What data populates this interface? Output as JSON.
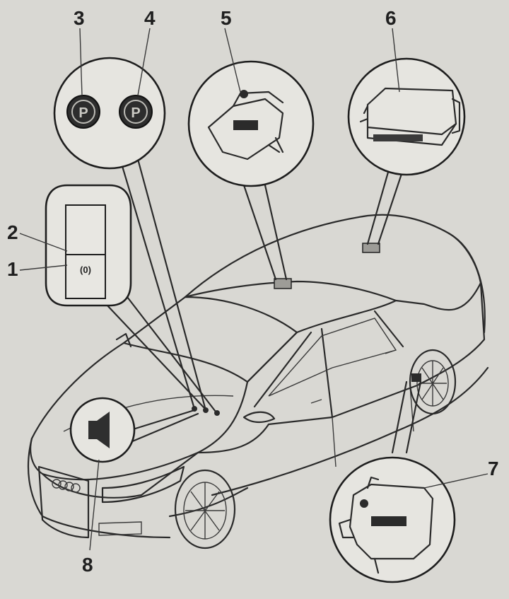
{
  "diagram": {
    "callouts": [
      {
        "id": "1",
        "label": "1"
      },
      {
        "id": "2",
        "label": "2"
      },
      {
        "id": "3",
        "label": "3"
      },
      {
        "id": "4",
        "label": "4"
      },
      {
        "id": "5",
        "label": "5"
      },
      {
        "id": "6",
        "label": "6"
      },
      {
        "id": "7",
        "label": "7"
      },
      {
        "id": "8",
        "label": "8"
      }
    ],
    "button_3_symbol": "P",
    "button_4_symbol": "P",
    "switch_symbol": "(0)"
  }
}
